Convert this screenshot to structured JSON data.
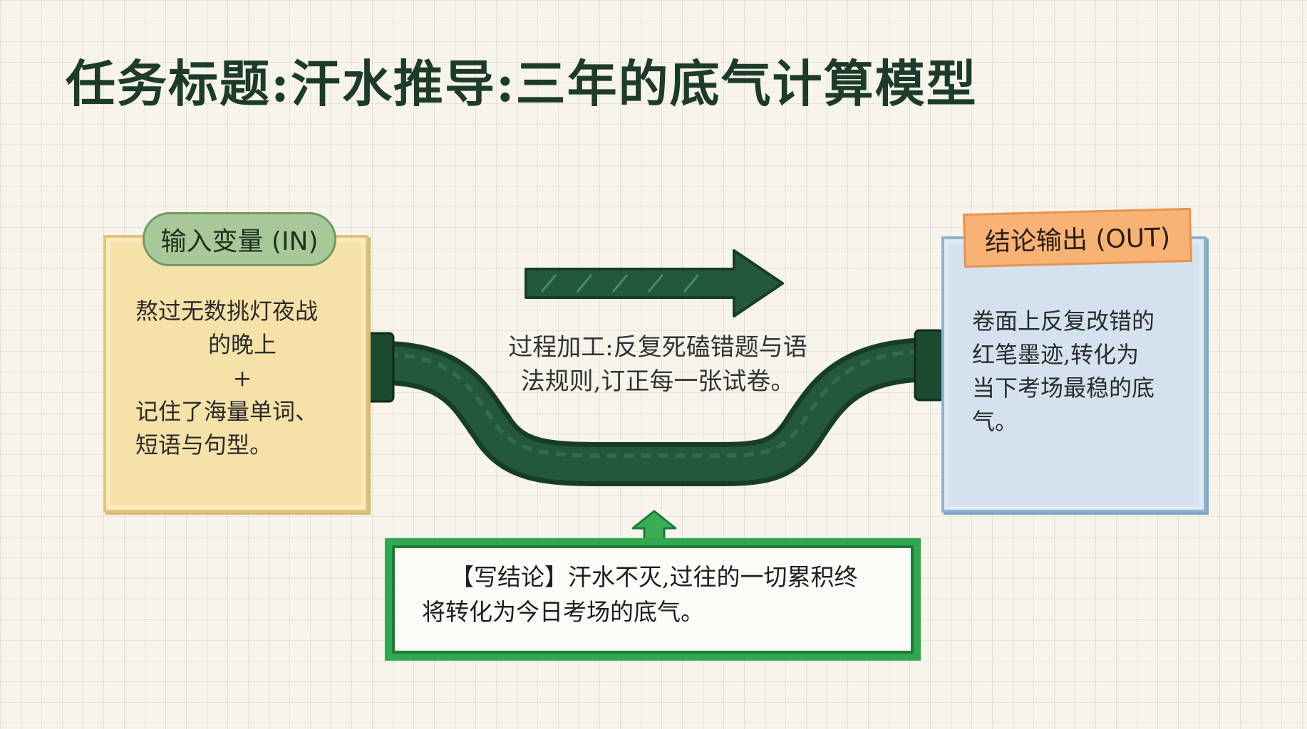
{
  "title": "任务标题:汗水推导:三年的底气计算模型",
  "input": {
    "tag": "输入变量 (IN)",
    "line1": "熬过无数挑灯夜战",
    "line2": "的晚上",
    "plus": "+",
    "line3": "记住了海量单词、",
    "line4": "短语与句型。"
  },
  "process": {
    "line1": "过程加工:反复死磕错题与语",
    "line2": "法规则,订正每一张试卷。"
  },
  "output": {
    "tag": "结论输出 (OUT)",
    "line1": "卷面上反复改错的",
    "line2": "红笔墨迹,转化为",
    "line3": "当下考场最稳的底",
    "line4": "气。"
  },
  "conclusion": {
    "line1": "【写结论】汗水不灭,过往的一切累积终",
    "line2": "将转化为今日考场的底气。"
  },
  "colors": {
    "title": "#1d3b2a",
    "pipe": "#1f4f35",
    "input_box": "#f6e2a9",
    "output_box": "#d3e2ee",
    "input_tag": "#a7c99a",
    "output_tag": "#f7b274",
    "conclusion_border": "#2fa84f"
  }
}
